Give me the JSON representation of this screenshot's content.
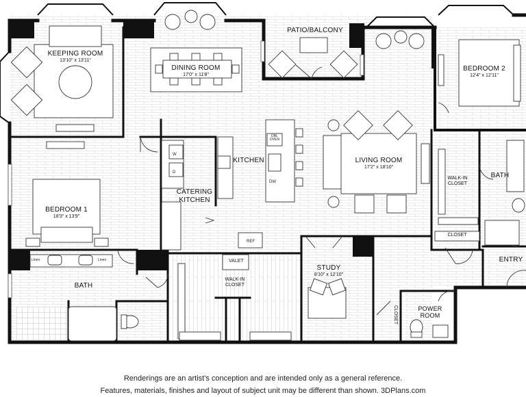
{
  "rooms": {
    "keeping": {
      "name": "KEEPING ROOM",
      "dims": "13'10\" x 13'11\""
    },
    "dining": {
      "name": "DINING ROOM",
      "dims": "17'0\" x 11'8\""
    },
    "patio": {
      "name": "PATIO/BALCONY"
    },
    "bedroom2": {
      "name": "BEDROOM 2",
      "dims": "12'4\" x 12'11\""
    },
    "living": {
      "name": "LIVING ROOM",
      "dims": "17'2\" x 18'10\""
    },
    "kitchen": {
      "name": "KITCHEN"
    },
    "catering": {
      "name": "CATERING KITCHEN"
    },
    "bedroom1": {
      "name": "BEDROOM 1",
      "dims": "18'3\" x 13'9\""
    },
    "bath1": {
      "name": "BATH"
    },
    "walkin1": {
      "name": "WALK-IN CLOSET"
    },
    "study": {
      "name": "STUDY",
      "dims": "8'10\" x 12'10\""
    },
    "closet_v": {
      "name": "CLOSET"
    },
    "power": {
      "name": "POWER ROOM"
    },
    "walkin2": {
      "name": "WALK-IN CLOSET"
    },
    "bath2": {
      "name": "BATH"
    },
    "closet_h": {
      "name": "CLOSET"
    },
    "entry": {
      "name": "ENTRY"
    }
  },
  "fixtures": {
    "dbl_oven": "DBL OVEN",
    "dw": "DW",
    "ref": "REF",
    "valet": "VALET",
    "washer": "W",
    "dryer": "D",
    "linen_left": "Linen",
    "linen_right": "Linen"
  },
  "footer": {
    "line1": "Renderings are an artist's conception and are intended only as a general reference.",
    "line2": "Features, materials, finishes and layout of subject unit may be different than shown. 3DPlans.com"
  }
}
